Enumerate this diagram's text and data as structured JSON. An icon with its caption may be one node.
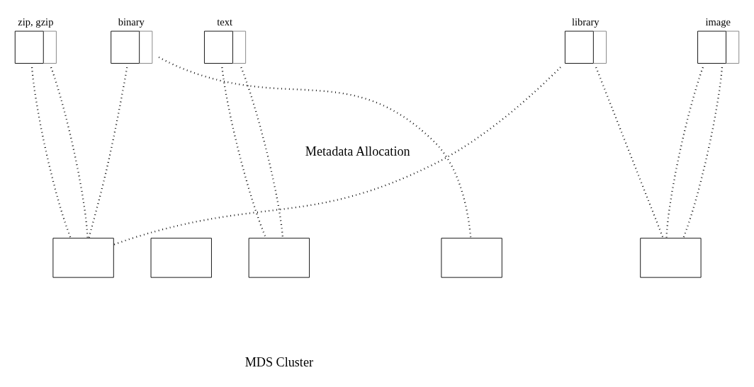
{
  "diagram": {
    "nodes": [
      {
        "text": [
          "zip, gzip"
        ]
      },
      {
        "text": [
          "binary"
        ]
      },
      {
        "text": [
          "text"
        ]
      },
      {
        "text": [
          "library"
        ]
      },
      {
        "text": [
          "image"
        ]
      },
      {
        "text": [],
        "shape": "box"
      },
      {
        "text": [],
        "shape": "box"
      },
      {
        "text": [],
        "shape": "box"
      },
      {
        "text": [],
        "shape": "box"
      },
      {
        "text": [],
        "shape": "box"
      }
    ],
    "edges": [
      {
        "from": 0,
        "to": 5,
        "arrow": "none",
        "style": "dashed"
      },
      {
        "from": 0,
        "to": 5,
        "arrow": "none",
        "style": "dashed"
      },
      {
        "from": 1,
        "to": 5,
        "arrow": "none",
        "style": "dashed"
      },
      {
        "from": 1,
        "to": 8,
        "arrow": "none",
        "style": "dashed"
      },
      {
        "from": 2,
        "to": 7,
        "arrow": "none",
        "style": "dashed"
      },
      {
        "from": 2,
        "to": 7,
        "arrow": "none",
        "style": "dashed"
      },
      {
        "from": 3,
        "to": 5,
        "arrow": "none",
        "style": "dashed"
      },
      {
        "from": 3,
        "to": 9,
        "arrow": "none",
        "style": "dashed"
      },
      {
        "from": 4,
        "to": 9,
        "arrow": "none",
        "style": "dashed"
      },
      {
        "from": 4,
        "to": 9,
        "arrow": "none",
        "style": "dashed"
      }
    ],
    "labels": [
      "Metadata Allocation",
      "MDS Cluster"
    ]
  }
}
